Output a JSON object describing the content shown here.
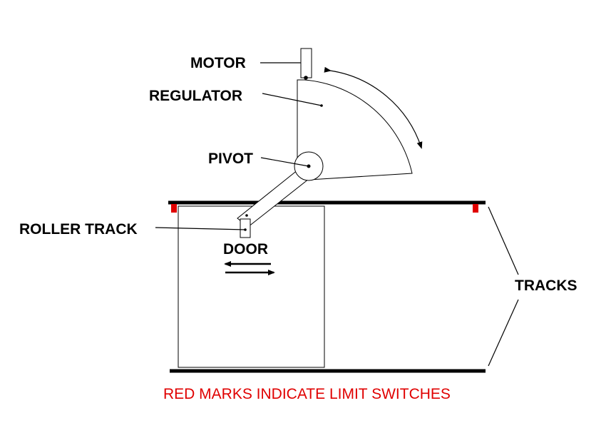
{
  "labels": {
    "motor": "MOTOR",
    "regulator": "REGULATOR",
    "pivot": "PIVOT",
    "roller_track": "ROLLER TRACK",
    "door": "DOOR",
    "tracks": "TRACKS"
  },
  "note": "RED MARKS INDICATE LIMIT SWITCHES",
  "colors": {
    "lines": "#000000",
    "limit_switch": "#e00000",
    "note_text": "#e00000",
    "background": "#ffffff"
  }
}
